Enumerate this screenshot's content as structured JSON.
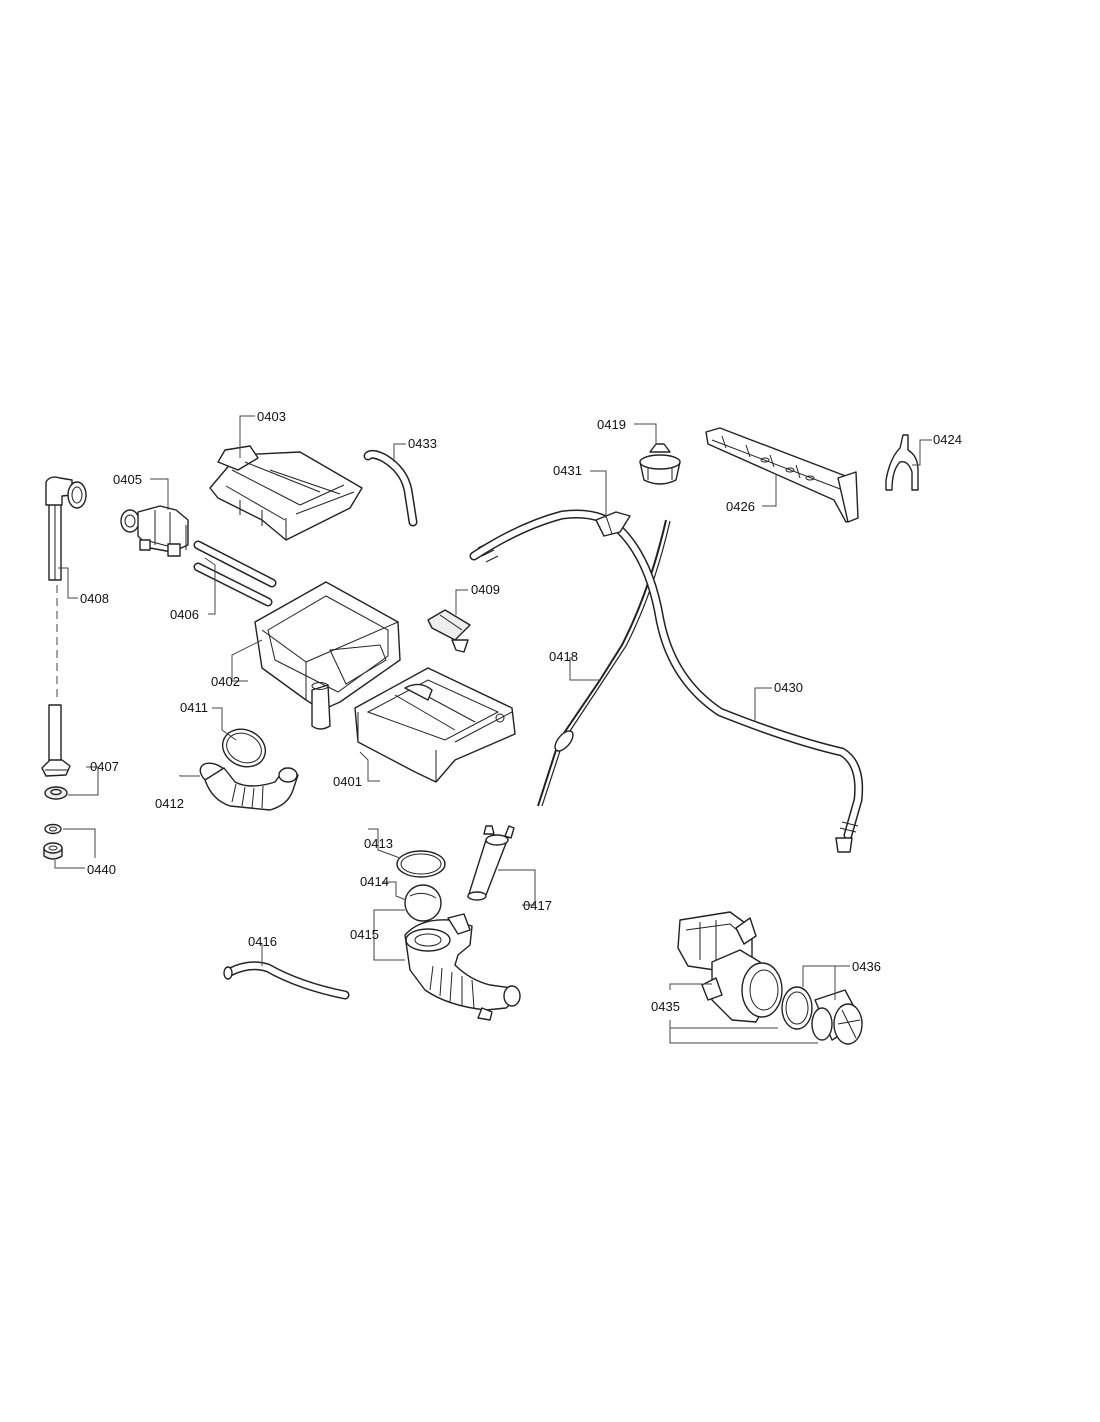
{
  "labels": {
    "p0401": "0401",
    "p0402": "0402",
    "p0403": "0403",
    "p0405": "0405",
    "p0406": "0406",
    "p0407": "0407",
    "p0408": "0408",
    "p0409": "0409",
    "p0411": "0411",
    "p0412": "0412",
    "p0413": "0413",
    "p0414": "0414",
    "p0415": "0415",
    "p0416": "0416",
    "p0417": "0417",
    "p0418": "0418",
    "p0419": "0419",
    "p0424": "0424",
    "p0426": "0426",
    "p0430": "0430",
    "p0431": "0431",
    "p0433": "0433",
    "p0435": "0435",
    "p0436": "0436",
    "p0440": "0440"
  },
  "colors": {
    "line": "#222222",
    "label": "#111111",
    "background": "#ffffff"
  }
}
